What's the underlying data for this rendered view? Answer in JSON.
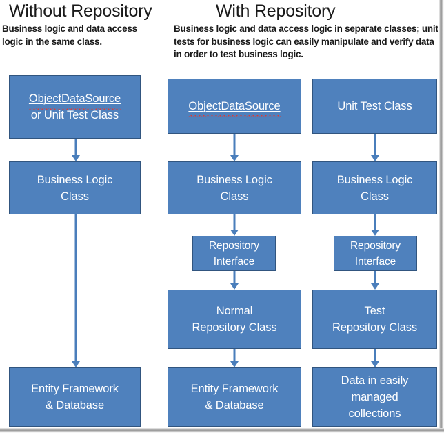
{
  "diagram": {
    "title_left": "Without Repository",
    "title_right": "With Repository",
    "subtitle_left": "Business logic and data access logic in the same class.",
    "subtitle_right": "Business logic and data access logic in separate classes; unit tests for business logic can easily manipulate and verify data in order to test business logic.",
    "colors": {
      "box_fill": "#4f81bd",
      "box_border": "#31557f",
      "arrow": "#4a7ebb",
      "box_text": "#ffffff",
      "heading_text": "#1a1a1a",
      "spellcheck_squiggle": "#e03a34",
      "frame": "#8a8a8a"
    },
    "columns": [
      {
        "name": "without-repository",
        "nodes": [
          {
            "id": "left-objectdatasource",
            "line1": "ObjectDataSource",
            "line2": "or Unit Test Class",
            "spellchecked": true
          },
          {
            "id": "left-business-logic",
            "line1": "Business Logic",
            "line2": "Class",
            "spellchecked": false
          },
          {
            "id": "left-entity-framework",
            "line1": "Entity Framework",
            "line2": "& Database",
            "spellchecked": false
          }
        ],
        "arrows": [
          {
            "from": "left-objectdatasource",
            "to": "left-business-logic"
          },
          {
            "from": "left-business-logic",
            "to": "left-entity-framework"
          }
        ]
      },
      {
        "name": "with-repository-objectdatasource",
        "nodes": [
          {
            "id": "mid-objectdatasource",
            "line1": "ObjectDataSource",
            "line2": "",
            "spellchecked": true
          },
          {
            "id": "mid-business-logic",
            "line1": "Business Logic",
            "line2": "Class",
            "spellchecked": false
          },
          {
            "id": "mid-repository-interface",
            "line1": "Repository",
            "line2": "Interface",
            "spellchecked": false
          },
          {
            "id": "mid-normal-repository",
            "line1": "Normal",
            "line2": "Repository Class",
            "spellchecked": false
          },
          {
            "id": "mid-entity-framework",
            "line1": "Entity Framework",
            "line2": "& Database",
            "spellchecked": false
          }
        ],
        "arrows": [
          {
            "from": "mid-objectdatasource",
            "to": "mid-business-logic"
          },
          {
            "from": "mid-business-logic",
            "to": "mid-repository-interface"
          },
          {
            "from": "mid-repository-interface",
            "to": "mid-normal-repository"
          },
          {
            "from": "mid-normal-repository",
            "to": "mid-entity-framework"
          }
        ]
      },
      {
        "name": "with-repository-unit-test",
        "nodes": [
          {
            "id": "right-unit-test",
            "line1": "Unit Test Class",
            "line2": "",
            "spellchecked": false
          },
          {
            "id": "right-business-logic",
            "line1": "Business Logic",
            "line2": "Class",
            "spellchecked": false
          },
          {
            "id": "right-repository-interface",
            "line1": "Repository",
            "line2": "Interface",
            "spellchecked": false
          },
          {
            "id": "right-test-repository",
            "line1": "Test",
            "line2": "Repository Class",
            "spellchecked": false
          },
          {
            "id": "right-data-collections",
            "line1": "Data in easily",
            "line2": "managed",
            "line3": "collections",
            "spellchecked": false
          }
        ],
        "arrows": [
          {
            "from": "right-unit-test",
            "to": "right-business-logic"
          },
          {
            "from": "right-business-logic",
            "to": "right-repository-interface"
          },
          {
            "from": "right-repository-interface",
            "to": "right-test-repository"
          },
          {
            "from": "right-test-repository",
            "to": "right-data-collections"
          }
        ]
      }
    ]
  }
}
